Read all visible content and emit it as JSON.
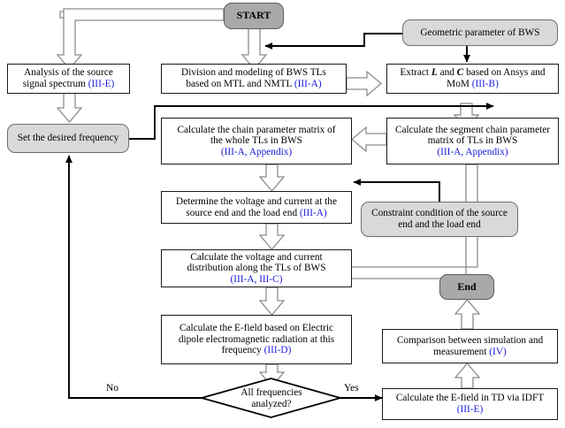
{
  "diagram": {
    "title": "Flowchart of the BWS radiated emission prediction method",
    "colors": {
      "terminal_fill": "#a9a9a9",
      "round_fill": "#d9d9d9",
      "process_fill": "#ffffff",
      "border": "#1a1a1a",
      "reference_text": "#1a1ae0",
      "background": "#ffffff"
    },
    "nodes": {
      "start": {
        "label": "START",
        "shape": "terminal"
      },
      "geometric_parameter": {
        "label": "Geometric parameter of BWS",
        "shape": "rounded"
      },
      "analysis_source": {
        "line1": "Analysis of the source",
        "line2": "signal spectrum ",
        "ref": "(III-E)",
        "shape": "process"
      },
      "division_modeling": {
        "line1": "Division and modeling of BWS TLs",
        "line2": "based on MTL and NMTL ",
        "ref": "(III-A)",
        "shape": "process"
      },
      "extract_lc": {
        "pre": "Extract ",
        "sym1": "L",
        "mid": " and ",
        "sym2": "C",
        "post": " based on Ansys and",
        "line2": "MoM ",
        "ref": "(III-B)",
        "shape": "process"
      },
      "set_frequency": {
        "label": "Set the desired frequency",
        "shape": "rounded"
      },
      "chain_matrix_whole": {
        "line1": "Calculate the chain parameter matrix of",
        "line2": "the whole TLs in BWS",
        "ref": "(III-A, Appendix)",
        "shape": "process"
      },
      "segment_chain_matrix": {
        "line1": "Calculate the segment chain parameter",
        "line2": "matrix of TLs in BWS",
        "ref": "(III-A, Appendix)",
        "shape": "process"
      },
      "determine_vi": {
        "line1": "Determine the voltage and current at the",
        "line2": "source end and the load end ",
        "ref": "(III-A)",
        "shape": "process"
      },
      "constraint_condition": {
        "line1": "Constraint condition of the source",
        "line2": "end and the load end",
        "shape": "rounded"
      },
      "vi_distribution": {
        "line1": "Calculate the voltage and current",
        "line2": "distribution along the TLs of BWS",
        "ref": "(III-A, III-C)",
        "shape": "process"
      },
      "efield_dipole": {
        "line1": "Calculate the E-field based on Electric",
        "line2": "dipole electromagnetic radiation at this",
        "line3": "frequency  ",
        "ref": "(III-D)",
        "shape": "process"
      },
      "decision": {
        "line1": "All frequencies",
        "line2": "analyzed?",
        "shape": "diamond",
        "branch_no": "No",
        "branch_yes": "Yes"
      },
      "efield_td_idft": {
        "line1": "Calculate the E-field in TD via IDFT",
        "ref": "(III-E)",
        "shape": "process"
      },
      "comparison": {
        "line1": "Comparison between simulation and",
        "line2": "measurement  ",
        "ref": "(IV)",
        "shape": "process"
      },
      "end": {
        "label": "End",
        "shape": "terminal"
      }
    },
    "edges": [
      {
        "from": "start",
        "to": "analysis_source",
        "style": "block-arrow"
      },
      {
        "from": "start",
        "to": "division_modeling",
        "style": "block-arrow"
      },
      {
        "from": "geometric_parameter",
        "to": "start",
        "style": "solid-arrow"
      },
      {
        "from": "geometric_parameter",
        "to": "extract_lc",
        "style": "solid-arrow"
      },
      {
        "from": "analysis_source",
        "to": "set_frequency",
        "style": "block-arrow"
      },
      {
        "from": "division_modeling",
        "to": "extract_lc",
        "style": "block-arrow"
      },
      {
        "from": "extract_lc",
        "to": "segment_chain_matrix",
        "style": "block-arrow"
      },
      {
        "from": "set_frequency",
        "to": "segment_chain_matrix",
        "style": "solid-arrow"
      },
      {
        "from": "segment_chain_matrix",
        "to": "chain_matrix_whole",
        "style": "block-arrow"
      },
      {
        "from": "chain_matrix_whole",
        "to": "determine_vi",
        "style": "block-arrow"
      },
      {
        "from": "constraint_condition",
        "to": "determine_vi",
        "style": "solid-arrow"
      },
      {
        "from": "determine_vi",
        "to": "vi_distribution",
        "style": "block-arrow"
      },
      {
        "from": "segment_chain_matrix",
        "to": "vi_distribution",
        "style": "block-arrow"
      },
      {
        "from": "vi_distribution",
        "to": "efield_dipole",
        "style": "block-arrow"
      },
      {
        "from": "efield_dipole",
        "to": "decision",
        "style": "block-arrow"
      },
      {
        "from": "decision",
        "to": "set_frequency",
        "style": "solid-arrow",
        "label": "No"
      },
      {
        "from": "decision",
        "to": "efield_td_idft",
        "style": "solid-arrow",
        "label": "Yes"
      },
      {
        "from": "efield_td_idft",
        "to": "comparison",
        "style": "block-arrow"
      },
      {
        "from": "comparison",
        "to": "end",
        "style": "block-arrow"
      }
    ]
  }
}
